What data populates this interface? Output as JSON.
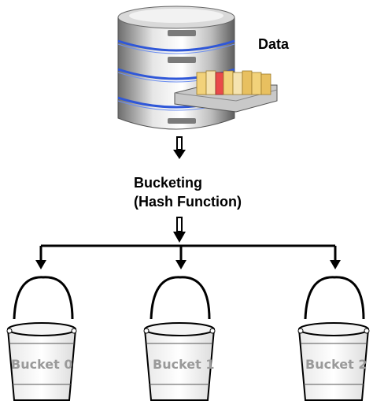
{
  "source": {
    "label": "Data"
  },
  "process": {
    "line1": "Bucketing",
    "line2": "(Hash Function)"
  },
  "buckets": [
    {
      "label": "Bucket 0"
    },
    {
      "label": "Bucket 1"
    },
    {
      "label": "Bucket 2"
    }
  ]
}
